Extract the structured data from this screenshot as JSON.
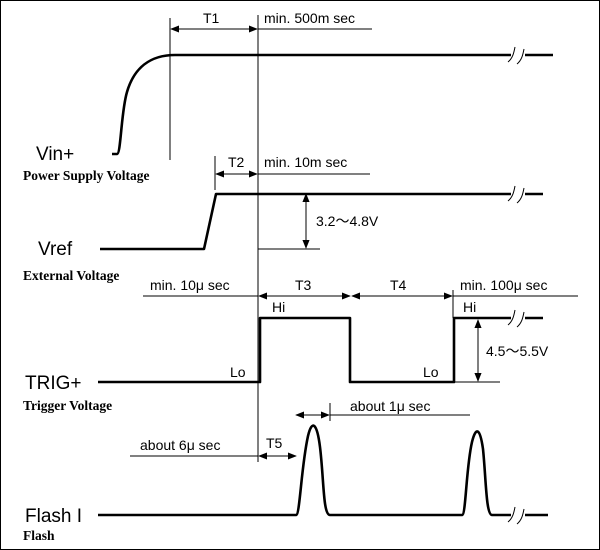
{
  "signals": {
    "vin": {
      "name": "Vin+",
      "caption": "Power Supply Voltage"
    },
    "vref": {
      "name": "Vref",
      "caption": "External Voltage"
    },
    "trig": {
      "name": "TRIG+",
      "caption": "Trigger Voltage"
    },
    "flash": {
      "name": "Flash I",
      "caption": "Flash"
    }
  },
  "intervals": {
    "t1": "T1",
    "t2": "T2",
    "t3": "T3",
    "t4": "T4",
    "t5": "T5"
  },
  "annotations": {
    "t1_min": "min. 500m sec",
    "t2_min": "min. 10m sec",
    "vref_range": "3.2～4.8V",
    "pre_trig_min": "min. 10μ sec",
    "post_trig_min": "min. 100μ sec",
    "trig_range": "4.5～5.5V",
    "flash_width": "about 1μ sec",
    "flash_delay": "about 6μ sec",
    "hi_1": "Hi",
    "hi_2": "Hi",
    "lo_1": "Lo",
    "lo_2": "Lo"
  }
}
